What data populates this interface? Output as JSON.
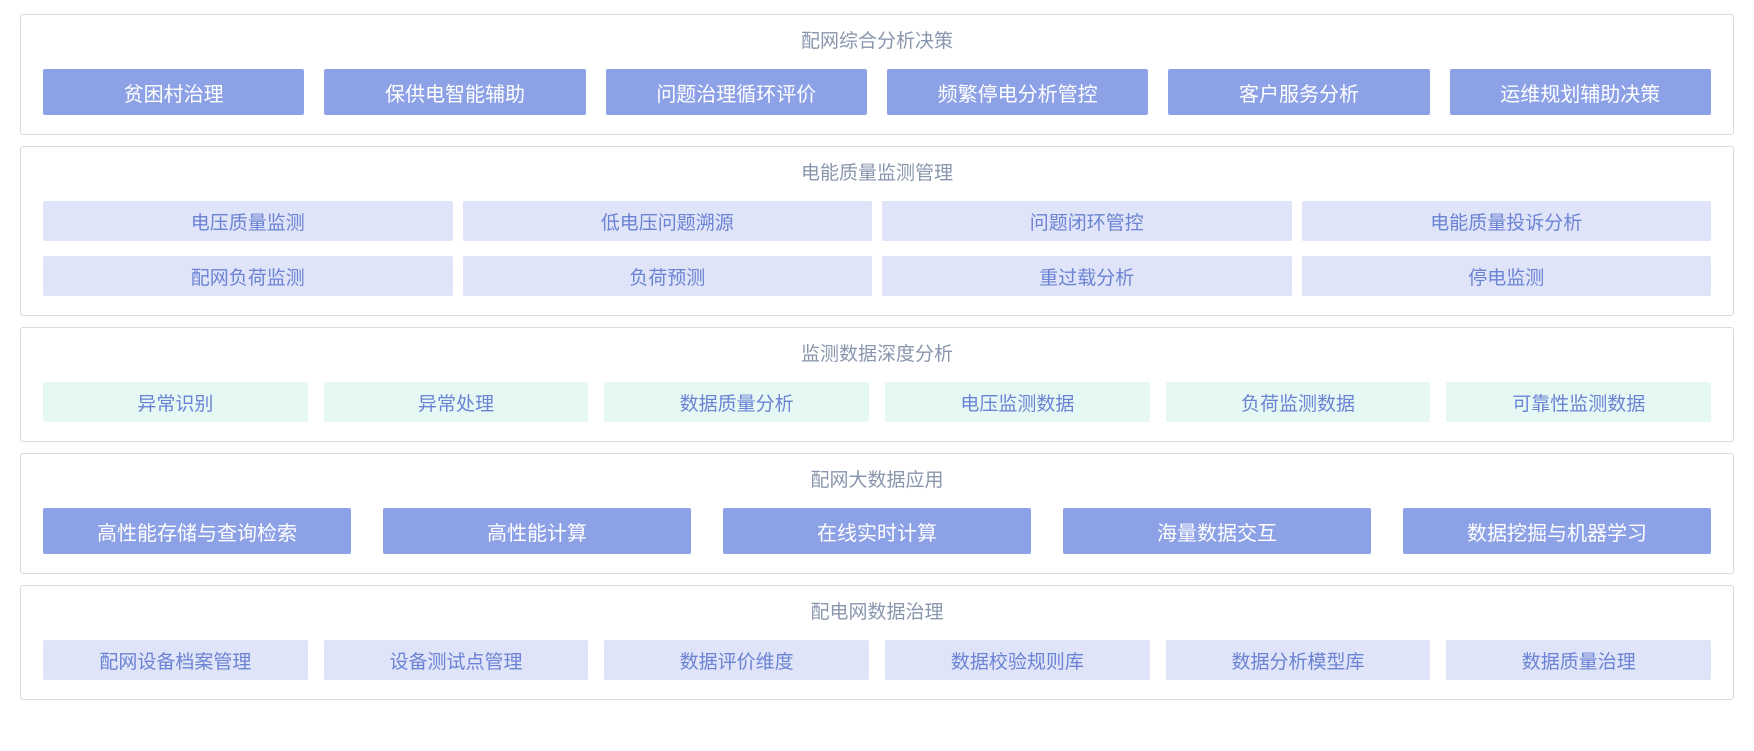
{
  "colors": {
    "solid_tile_bg": "#8da1e6",
    "solid_tile_text": "#ffffff",
    "lavender_tile_bg": "#e0e4f8",
    "mint_tile_bg": "#e6f8f4",
    "light_tile_text": "#6b83d4",
    "panel_border": "#d8dbe2",
    "section_title_text": "#8996ad"
  },
  "sections": [
    {
      "title": "配网综合分析决策",
      "tiles": [
        "贫困村治理",
        "保供电智能辅助",
        "问题治理循环评价",
        "频繁停电分析管控",
        "客户服务分析",
        "运维规划辅助决策"
      ]
    },
    {
      "title": "电能质量监测管理",
      "rows": [
        [
          "电压质量监测",
          "低电压问题溯源",
          "问题闭环管控",
          "电能质量投诉分析"
        ],
        [
          "配网负荷监测",
          "负荷预测",
          "重过载分析",
          "停电监测"
        ]
      ]
    },
    {
      "title": "监测数据深度分析",
      "tiles": [
        "异常识别",
        "异常处理",
        "数据质量分析",
        "电压监测数据",
        "负荷监测数据",
        "可靠性监测数据"
      ]
    },
    {
      "title": "配网大数据应用",
      "tiles": [
        "高性能存储与查询检索",
        "高性能计算",
        "在线实时计算",
        "海量数据交互",
        "数据挖掘与机器学习"
      ]
    },
    {
      "title": "配电网数据治理",
      "tiles": [
        "配网设备档案管理",
        "设备测试点管理",
        "数据评价维度",
        "数据校验规则库",
        "数据分析模型库",
        "数据质量治理"
      ]
    }
  ]
}
